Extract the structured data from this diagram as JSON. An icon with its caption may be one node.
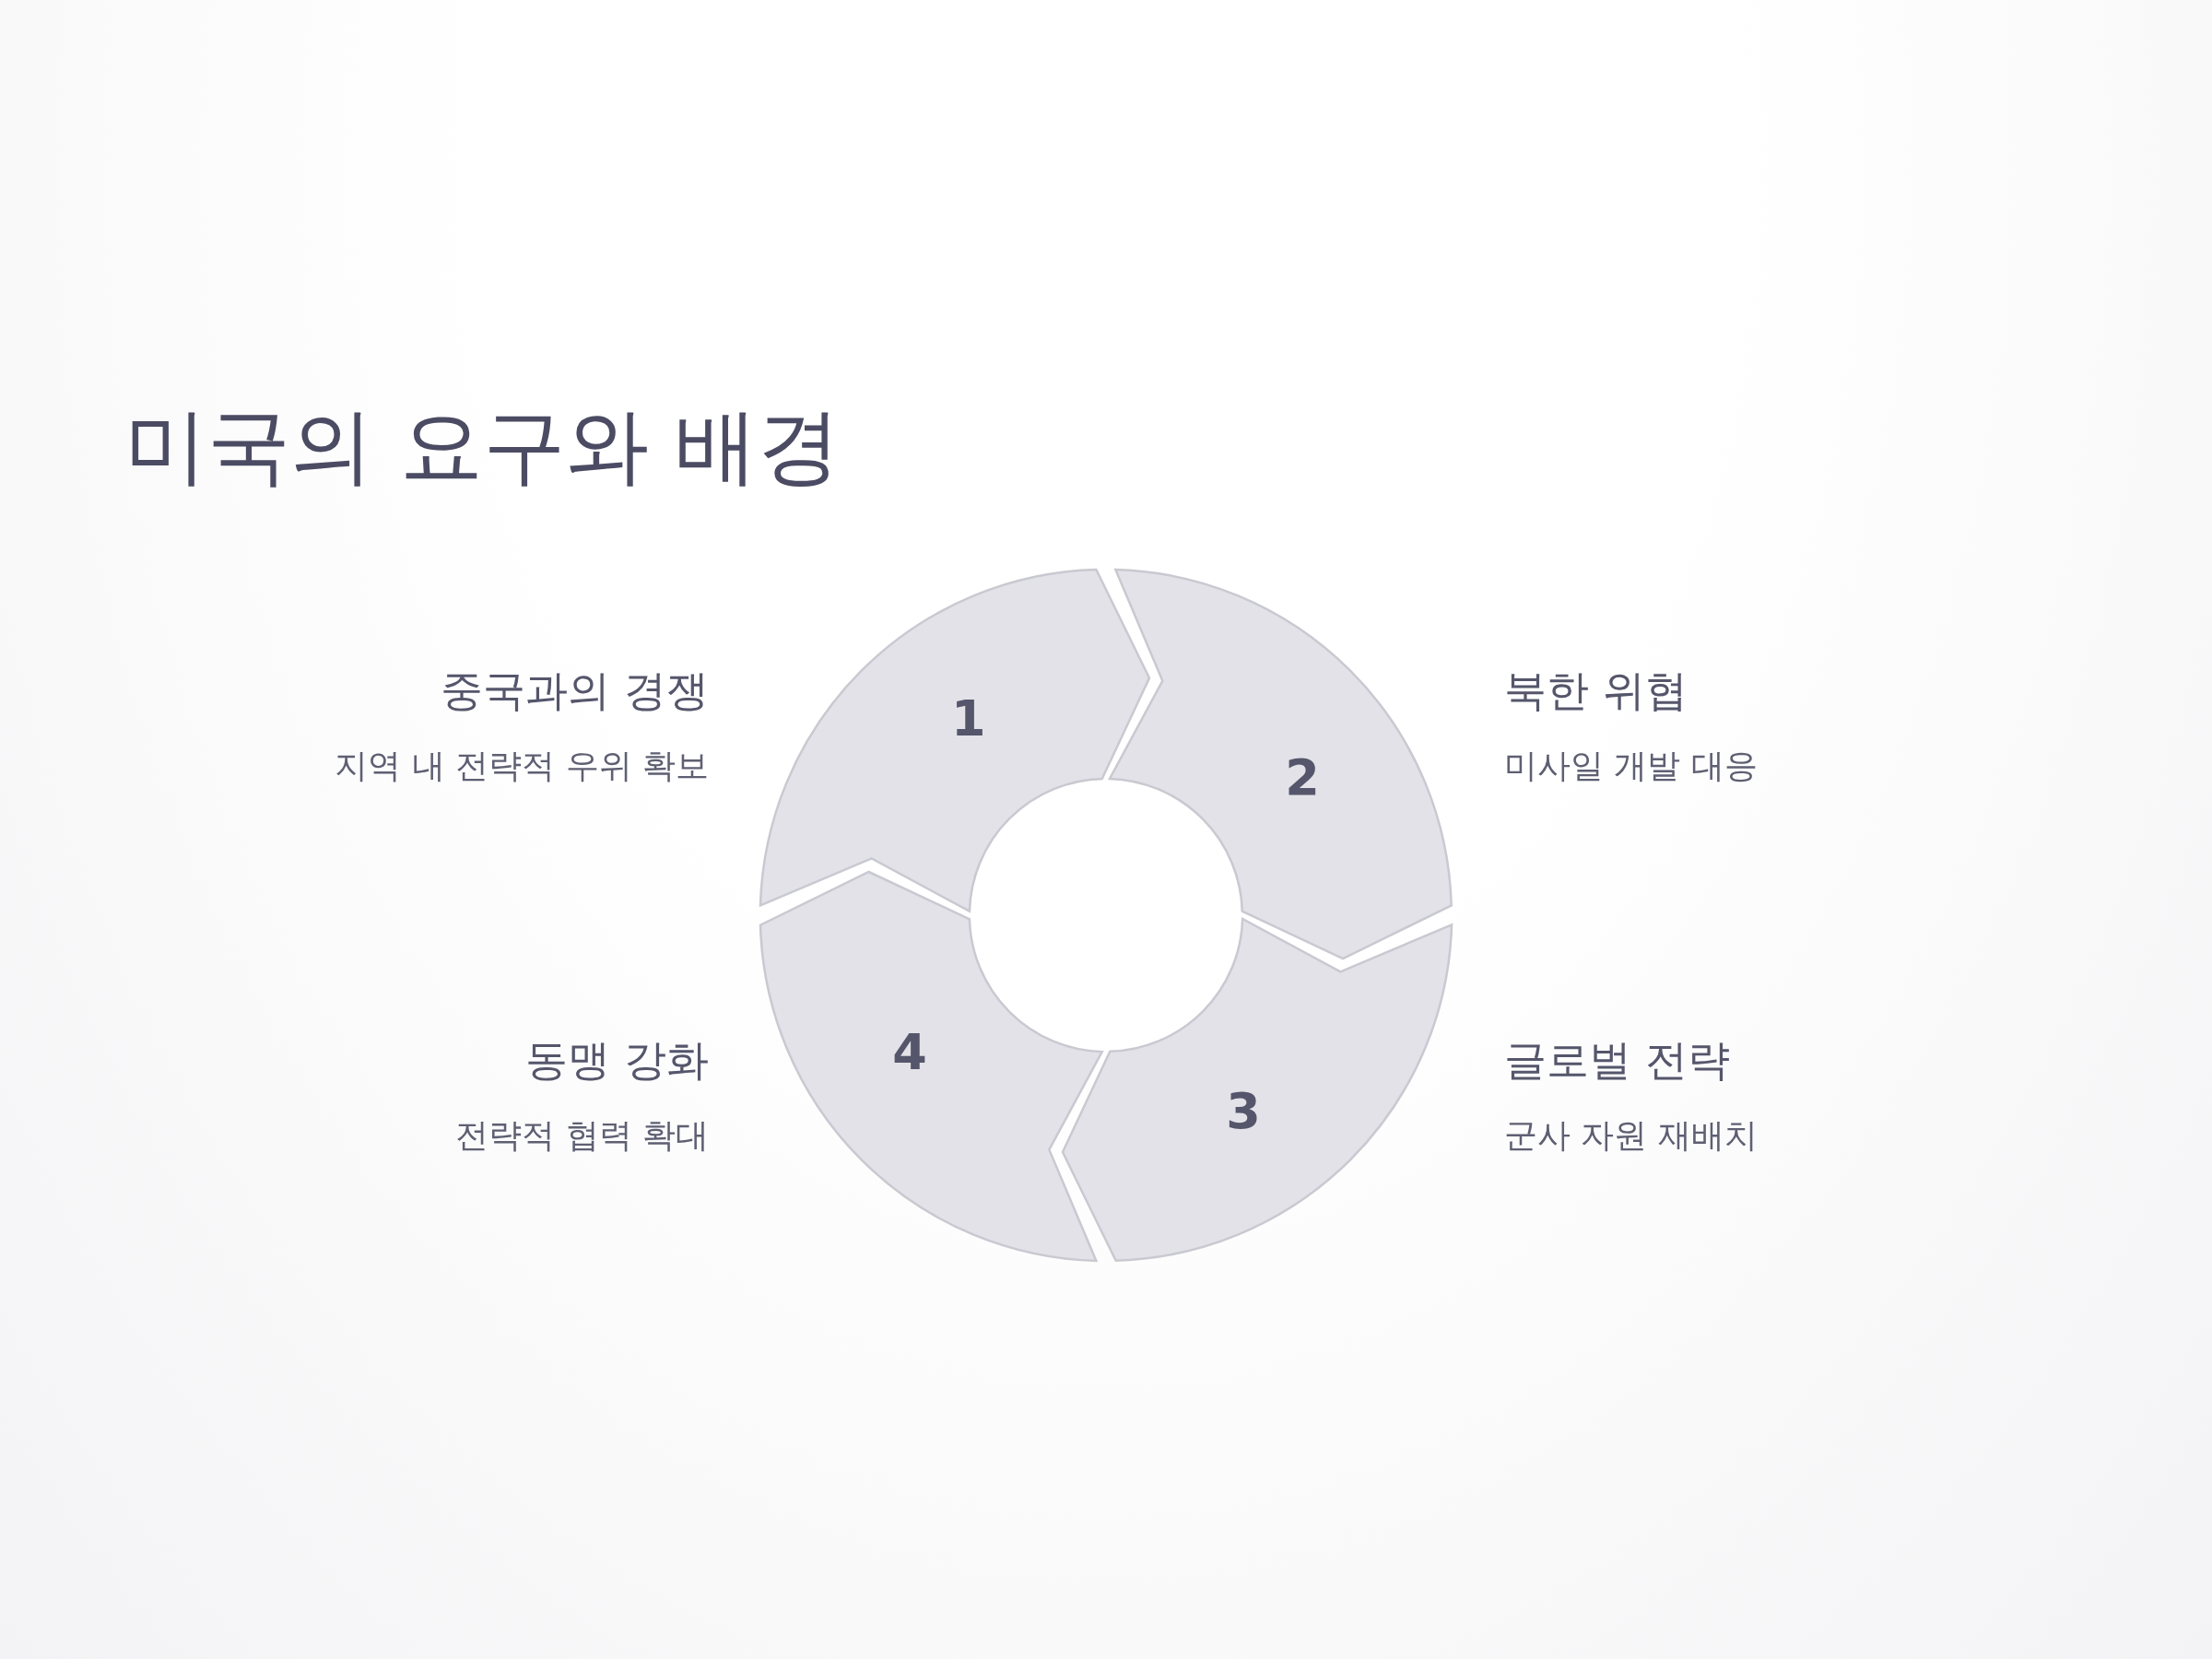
{
  "diagram": {
    "title": "미국의 요구와 배경",
    "nodes": [
      {
        "text": [
          "1"
        ],
        "beside": [
          "중국과의 경쟁",
          "지역 내 전략적 우위 확보"
        ]
      },
      {
        "text": [
          "2"
        ],
        "beside": [
          "북한 위협",
          "미사일 개발 대응"
        ]
      },
      {
        "text": [
          "3"
        ],
        "beside": [
          "글로벌 전략",
          "군사 자원 재배치"
        ]
      },
      {
        "text": [
          "4"
        ],
        "beside": [
          "동맹 강화",
          "전략적 협력 확대"
        ]
      }
    ]
  }
}
